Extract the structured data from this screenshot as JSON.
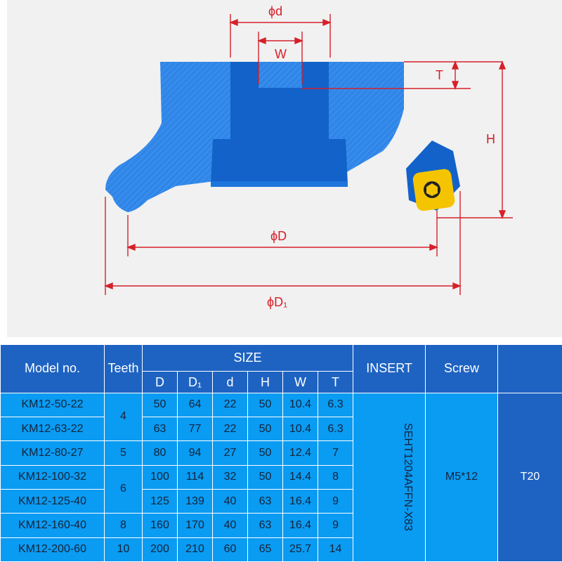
{
  "drawing": {
    "dim_d": "ϕd",
    "dim_W": "W",
    "dim_T": "T",
    "dim_H": "H",
    "dim_D": "ϕD",
    "dim_D1": "ϕD₁",
    "colors": {
      "body": "#2f86e8",
      "hub": "#1262c9",
      "dim": "#d6202a",
      "insert": "#f4c400"
    }
  },
  "table": {
    "headers": {
      "model": "Model no.",
      "teeth": "Teeth",
      "size": "SIZE",
      "insert": "INSERT",
      "screw": "Screw",
      "col_D": "D",
      "col_D1": "D₁",
      "col_d": "d",
      "col_H": "H",
      "col_W": "W",
      "col_T": "T"
    },
    "rows": [
      {
        "model": "KM12-50-22",
        "D": "50",
        "D1": "64",
        "d": "22",
        "H": "50",
        "W": "10.4",
        "T": "6.3"
      },
      {
        "model": "KM12-63-22",
        "D": "63",
        "D1": "77",
        "d": "22",
        "H": "50",
        "W": "10.4",
        "T": "6.3"
      },
      {
        "model": "KM12-80-27",
        "D": "80",
        "D1": "94",
        "d": "27",
        "H": "50",
        "W": "12.4",
        "T": "7"
      },
      {
        "model": "KM12-100-32",
        "D": "100",
        "D1": "114",
        "d": "32",
        "H": "50",
        "W": "14.4",
        "T": "8"
      },
      {
        "model": "KM12-125-40",
        "D": "125",
        "D1": "139",
        "d": "40",
        "H": "63",
        "W": "16.4",
        "T": "9"
      },
      {
        "model": "KM12-160-40",
        "D": "160",
        "D1": "170",
        "d": "40",
        "H": "63",
        "W": "16.4",
        "T": "9"
      },
      {
        "model": "KM12-200-60",
        "D": "200",
        "D1": "210",
        "d": "60",
        "H": "65",
        "W": "25.7",
        "T": "14"
      }
    ],
    "teeth_groups": {
      "g1": "4",
      "g2": "5",
      "g3": "6",
      "g4": "8",
      "g5": "10"
    },
    "insert": "SEHT1204AFFN-X83",
    "screw": "M5*12",
    "key": "T20"
  }
}
